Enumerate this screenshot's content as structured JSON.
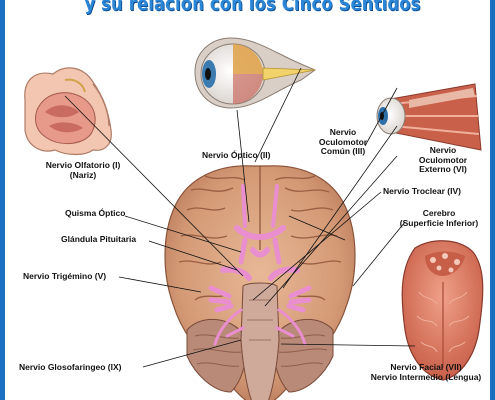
{
  "header": {
    "subtitle": "y su relación con los Cinco Sentidos"
  },
  "labels": {
    "olfatorio_1": "Nervio Olfatorio (I)",
    "olfatorio_2": "(Nariz)",
    "optico": "Nervio Óptico (II)",
    "oculomotor_comun_1": "Nervio",
    "oculomotor_comun_2": "Oculomotor",
    "oculomotor_comun_3": "Común (III)",
    "oculomotor_externo_1": "Nervio",
    "oculomotor_externo_2": "Oculomotor",
    "oculomotor_externo_3": "Externo (VI)",
    "troclear": "Nervio Troclear (IV)",
    "cerebro_1": "Cerebro",
    "cerebro_2": "(Superficie Inferior)",
    "quisma": "Quisma Óptico",
    "pituitaria": "Glándula Pituitaria",
    "trigemino": "Nervio Trigémino (V)",
    "glosofaringeo": "Nervio Glosofaringeo (IX)",
    "facial_1": "Nervio Facial (VII)",
    "facial_2": "Nervio Intermedio (Lengua)"
  },
  "colors": {
    "border": "#1a6fc0",
    "title": "#2b86d6",
    "brain": "#d9a27f",
    "nerves": "#e98fd0",
    "tongue": "#e0826a"
  }
}
